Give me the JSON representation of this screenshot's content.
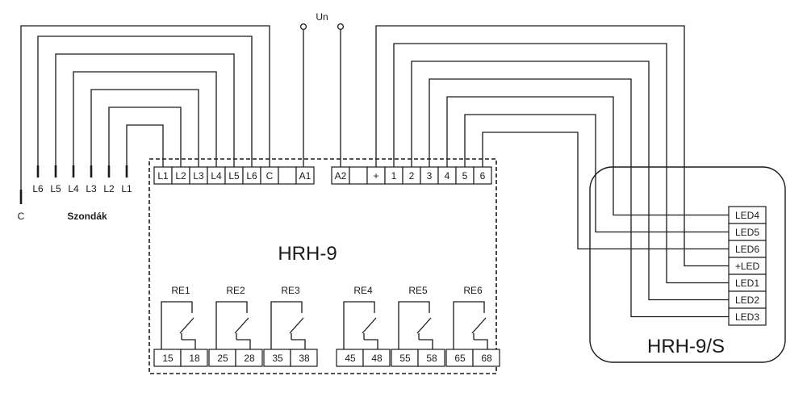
{
  "main_unit": {
    "title": "HRH-9",
    "input_terminals": [
      "L1",
      "L2",
      "L3",
      "L4",
      "L5",
      "L6",
      "C",
      "",
      "A1"
    ],
    "output_terminals": [
      "A2",
      "",
      "+",
      "1",
      "2",
      "3",
      "4",
      "5",
      "6"
    ],
    "relays": [
      {
        "label": "RE1",
        "pins": [
          "15",
          "18"
        ]
      },
      {
        "label": "RE2",
        "pins": [
          "25",
          "28"
        ]
      },
      {
        "label": "RE3",
        "pins": [
          "35",
          "38"
        ]
      },
      {
        "label": "RE4",
        "pins": [
          "45",
          "48"
        ]
      },
      {
        "label": "RE5",
        "pins": [
          "55",
          "58"
        ]
      },
      {
        "label": "RE6",
        "pins": [
          "65",
          "68"
        ]
      }
    ]
  },
  "supply_label": "Un",
  "probes": {
    "caption": "Szondák",
    "labels": [
      "L6",
      "L5",
      "L4",
      "L3",
      "L2",
      "L1"
    ],
    "common_label": "C"
  },
  "display_unit": {
    "title": "HRH-9/S",
    "terminals": [
      "LED4",
      "LED5",
      "LED6",
      "+LED",
      "LED1",
      "LED2",
      "LED3"
    ]
  }
}
